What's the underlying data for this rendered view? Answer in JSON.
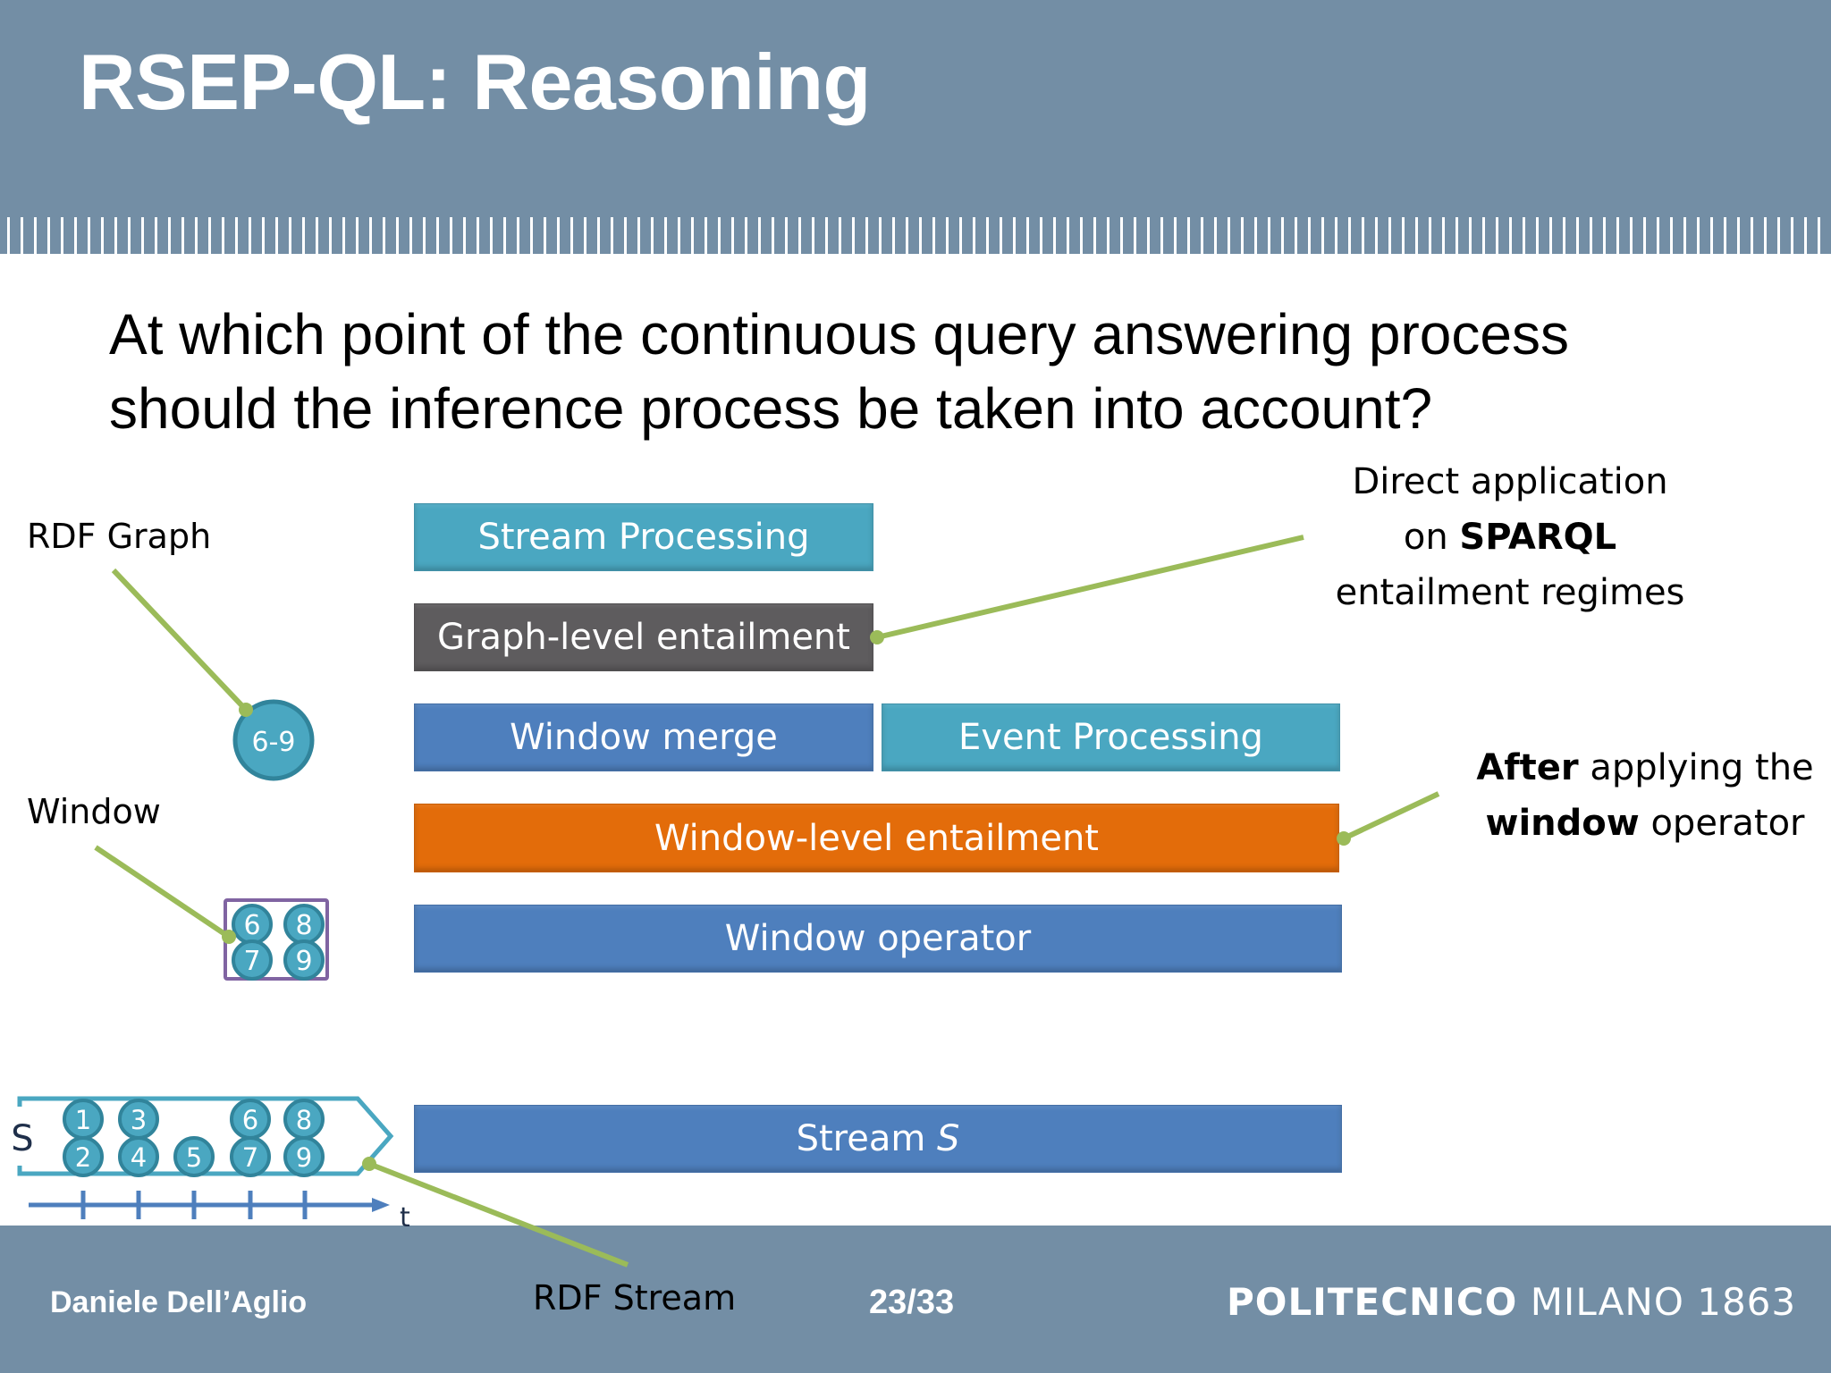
{
  "slide": {
    "title": "RSEP-QL: Reasoning",
    "question": {
      "line1": "At which point of the continuous query answering process",
      "line2": "should the inference process be taken into account?"
    }
  },
  "left_diagram": {
    "rdf_graph_label": "RDF Graph",
    "graph_node_label": "6-9",
    "window_label": "Window",
    "window_nodes": [
      "6",
      "8",
      "7",
      "9"
    ],
    "stream_label": "S",
    "stream_nodes_top": [
      "1",
      "3",
      "",
      "6",
      "8"
    ],
    "stream_nodes_bottom": [
      "2",
      "4",
      "5",
      "7",
      "9"
    ],
    "time_axis_label": "t",
    "rdf_stream_label": "RDF Stream"
  },
  "stack": {
    "stream_processing": "Stream Processing",
    "graph_level_entailment": "Graph-level entailment",
    "window_merge": "Window merge",
    "event_processing": "Event Processing",
    "window_level_entailment": "Window-level entailment",
    "window_operator": "Window operator",
    "stream_s_prefix": "Stream ",
    "stream_s_var": "S"
  },
  "annotations": {
    "direct": {
      "line1": "Direct application",
      "line2_prefix": "on ",
      "line2_bold": "SPARQL",
      "line3": "entailment regimes"
    },
    "after": {
      "line1_bold": "After",
      "line1_rest": " applying the",
      "line2_bold": "window",
      "line2_rest": " operator"
    }
  },
  "footer": {
    "author": "Daniele Dell’Aglio",
    "page": "23/33",
    "logo_bold": "POLITECNICO",
    "logo_light": " MILANO 1863"
  },
  "colors": {
    "header_bg": "#738ea5",
    "teal": "#4aa7c1",
    "dark_gray": "#5e5c5e",
    "blue": "#4e7fbd",
    "orange": "#e36c0a",
    "connector_green": "#9bbb59",
    "window_border_purple": "#8064a2"
  }
}
